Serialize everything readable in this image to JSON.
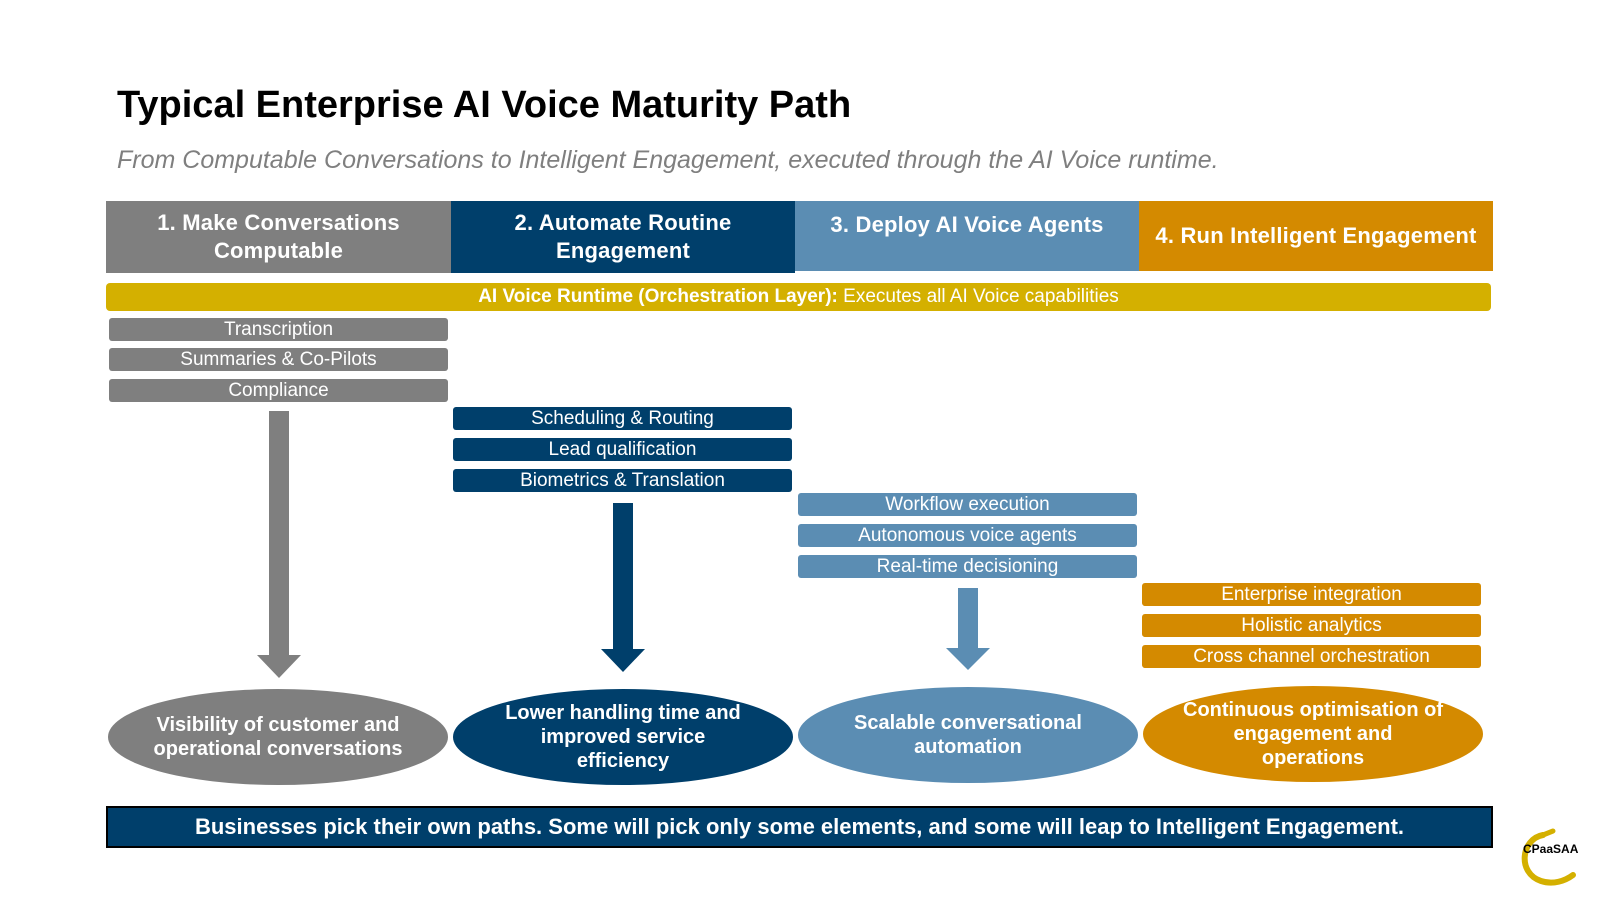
{
  "title": "Typical Enterprise AI Voice Maturity Path",
  "subtitle": "From Computable Conversations to Intelligent Engagement, executed through the AI Voice runtime.",
  "colors": {
    "stage1": "#7f7f7f",
    "stage2": "#003f6b",
    "stage3": "#5b8db3",
    "stage4": "#d48a00",
    "runtime": "#d4b000",
    "banner": "#003f6b"
  },
  "stages": [
    {
      "label": "1. Make Conversations Computable",
      "capabilities": [
        "Transcription",
        "Summaries & Co-Pilots",
        "Compliance"
      ],
      "outcome": "Visibility of customer and operational conversations"
    },
    {
      "label": "2. Automate Routine Engagement",
      "capabilities": [
        "Scheduling & Routing",
        "Lead qualification",
        "Biometrics & Translation"
      ],
      "outcome": "Lower handling time and improved service efficiency"
    },
    {
      "label": "3. Deploy AI Voice Agents",
      "capabilities": [
        "Workflow execution",
        "Autonomous voice agents",
        "Real-time decisioning"
      ],
      "outcome": "Scalable conversational automation"
    },
    {
      "label": "4. Run Intelligent Engagement",
      "capabilities": [
        "Enterprise integration",
        "Holistic analytics",
        "Cross channel orchestration"
      ],
      "outcome": "Continuous optimisation of engagement and operations"
    }
  ],
  "runtime": {
    "label": "AI Voice Runtime (Orchestration Layer):",
    "description": "Executes all AI Voice capabilities"
  },
  "banner": "Businesses pick their own paths. Some will pick only some elements, and some will leap to Intelligent Engagement.",
  "logo_text": "CPaaSAA"
}
